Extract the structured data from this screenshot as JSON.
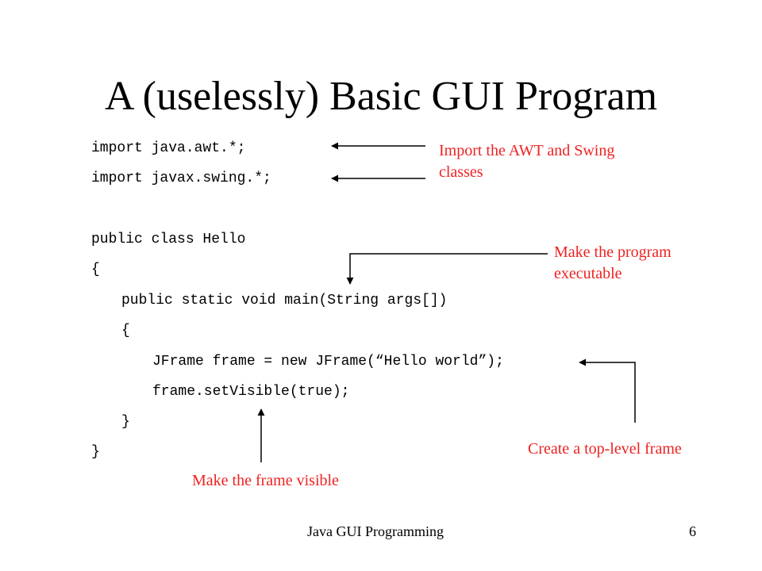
{
  "slide": {
    "title": "A (uselessly) Basic GUI Program",
    "code_lines": [
      "import java.awt.*;",
      "import javax.swing.*;",
      "public class Hello",
      "{",
      "public static void main(String args[])",
      "{",
      "JFrame frame = new JFrame(“Hello world”);",
      "frame.setVisible(true);",
      "}",
      "}"
    ],
    "annotations": {
      "imports": "Import the AWT and Swing classes",
      "main": "Make the program executable",
      "frame": "Create a top-level frame",
      "visible": "Make the frame visible"
    },
    "footer": {
      "course": "Java GUI Programming",
      "page": "6"
    },
    "colors": {
      "annotation": "#ee2222",
      "text": "#000000"
    }
  }
}
